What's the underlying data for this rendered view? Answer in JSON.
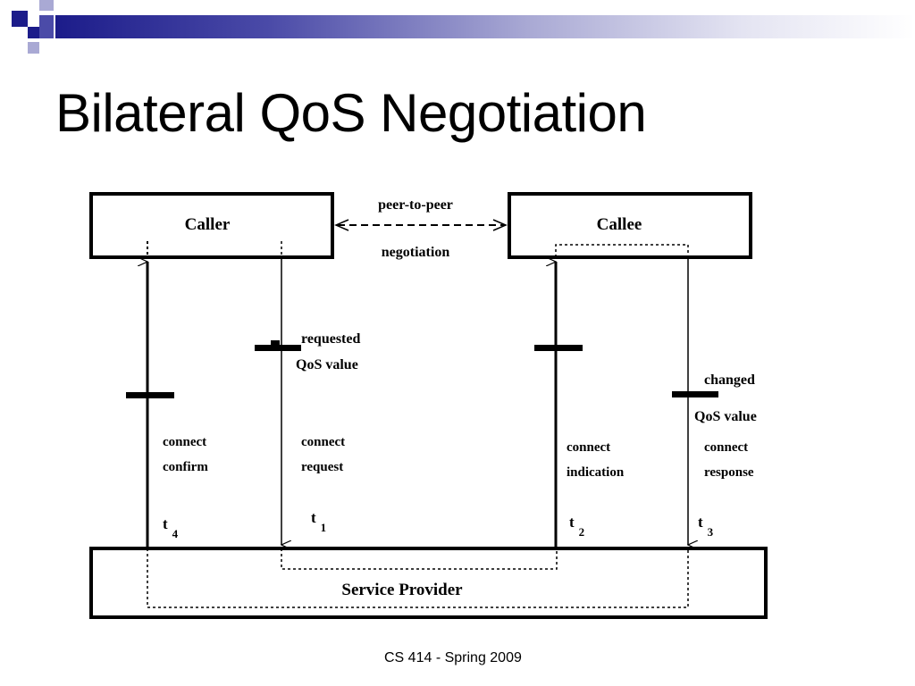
{
  "slide": {
    "title": "Bilateral QoS Negotiation",
    "footer": "CS 414 - Spring 2009"
  },
  "header": {
    "accent_dark": "#1c1c8a",
    "accent_light": "#a9a9d4"
  },
  "diagram": {
    "boxes": {
      "caller": "Caller",
      "callee": "Callee",
      "service_provider": "Service Provider"
    },
    "peer_link": {
      "top": "peer-to-peer",
      "bottom": "negotiation"
    },
    "qos_labels": {
      "requested": [
        "requested",
        "QoS value"
      ],
      "changed": [
        "changed",
        "QoS value"
      ]
    },
    "primitives": {
      "connect_confirm": [
        "connect",
        "confirm"
      ],
      "connect_request": [
        "connect",
        "request"
      ],
      "connect_indication": [
        "connect",
        "indication"
      ],
      "connect_response": [
        "connect",
        "response"
      ]
    },
    "times": [
      {
        "t": "t",
        "sub": "4"
      },
      {
        "t": "t",
        "sub": "1"
      },
      {
        "t": "t",
        "sub": "2"
      },
      {
        "t": "t",
        "sub": "3"
      }
    ]
  }
}
